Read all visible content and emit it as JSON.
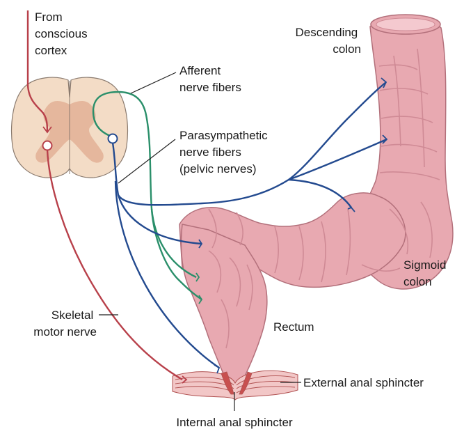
{
  "labels": {
    "from_cortex": [
      "From",
      "conscious",
      "cortex"
    ],
    "afferent": [
      "Afferent",
      "nerve fibers"
    ],
    "parasympathetic": [
      "Parasympathetic",
      "nerve fibers",
      "(pelvic nerves)"
    ],
    "descending_colon": [
      "Descending",
      "colon"
    ],
    "sigmoid_colon": [
      "Sigmoid",
      "colon"
    ],
    "rectum": "Rectum",
    "skeletal_motor_nerve": [
      "Skeletal",
      "motor nerve"
    ],
    "external_anal_sphincter": "External anal sphincter",
    "internal_anal_sphincter": "Internal anal sphincter"
  },
  "colors": {
    "colon_fill": "#e8a9b1",
    "colon_stroke": "#b3707b",
    "colon_shade": "#cf8a95",
    "colon_lumen": "#f4c9cf",
    "spinal_cord_fill": "#f3dcc6",
    "spinal_gray": "#e5b79d",
    "spinal_stroke": "#8a7a6e",
    "afferent_nerve": "#2a8f6a",
    "parasympathetic_nerve": "#234a8f",
    "skeletal_nerve": "#b8404a",
    "sphincter_fill": "#f2c7c7",
    "sphincter_stroke": "#b05050",
    "internal_sphincter": "#c8504f"
  },
  "icons": {
    "neuron_cell_body": "open-circle",
    "nerve_ending": "fork-terminal"
  }
}
